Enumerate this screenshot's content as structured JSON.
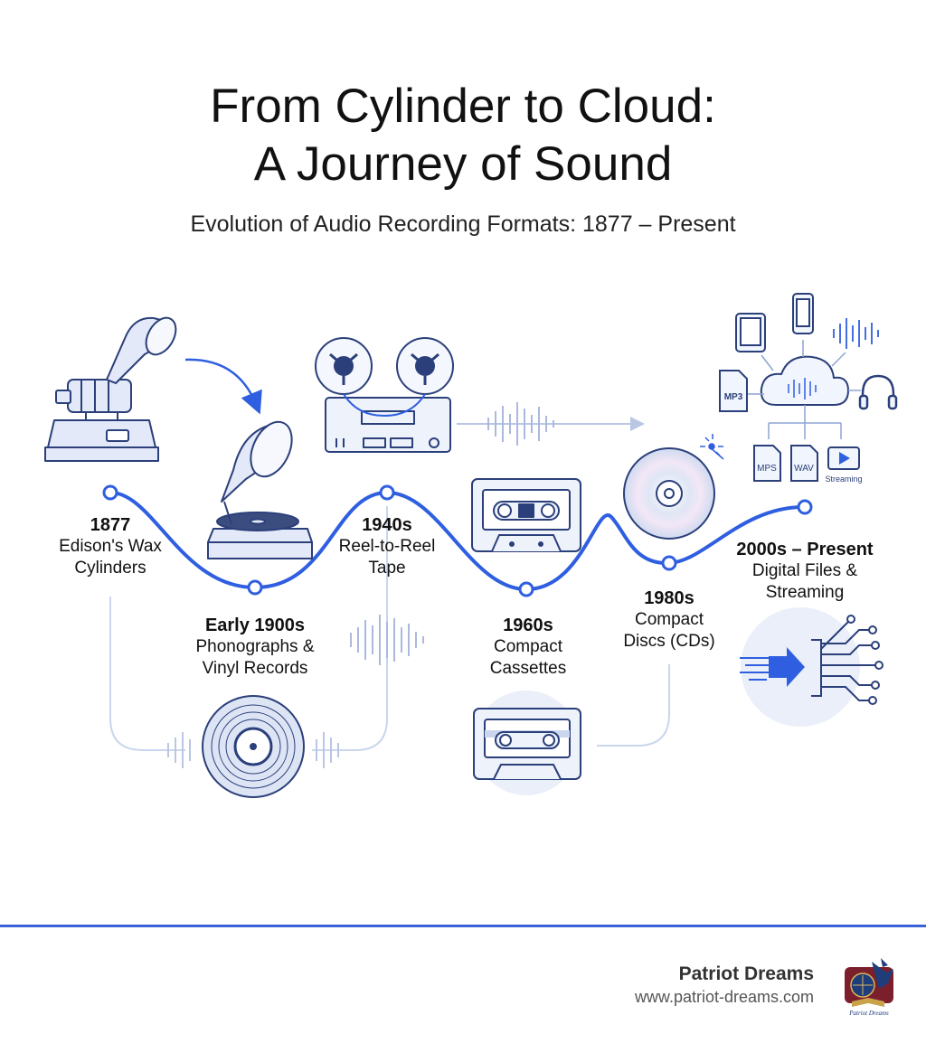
{
  "title_line1": "From Cylinder to Cloud:",
  "title_line2": "A Journey of Sound",
  "subtitle": "Evolution of Audio Recording Formats: 1877 – Present",
  "milestones": [
    {
      "year": "1877",
      "name_line1": "Edison's Wax",
      "name_line2": "Cylinders",
      "icon": "phonograph-cylinder-icon"
    },
    {
      "year": "Early 1900s",
      "name_line1": "Phonographs &",
      "name_line2": "Vinyl Records",
      "icon": "gramophone-icon"
    },
    {
      "year": "1940s",
      "name_line1": "Reel-to-Reel",
      "name_line2": "Tape",
      "icon": "reel-to-reel-icon"
    },
    {
      "year": "1960s",
      "name_line1": "Compact",
      "name_line2": "Cassettes",
      "icon": "cassette-icon"
    },
    {
      "year": "1980s",
      "name_line1": "Compact",
      "name_line2": "Discs (CDs)",
      "icon": "cd-icon"
    },
    {
      "year": "2000s – Present",
      "name_line1": "Digital Files &",
      "name_line2": "Streaming",
      "icon": "cloud-icon"
    }
  ],
  "file_tags": [
    "MP3",
    "MPS",
    "WAV"
  ],
  "streaming_label": "Streaming",
  "brand_name": "Patriot Dreams",
  "brand_url": "www.patriot-dreams.com",
  "logo_text": "Patriot Dreams",
  "colors": {
    "accent": "#3a63d8",
    "line_blue": "#2f5fe0",
    "icon_stroke": "#2b3f7a",
    "icon_fill": "#e3e9f8",
    "pale": "#c9d6ee"
  }
}
